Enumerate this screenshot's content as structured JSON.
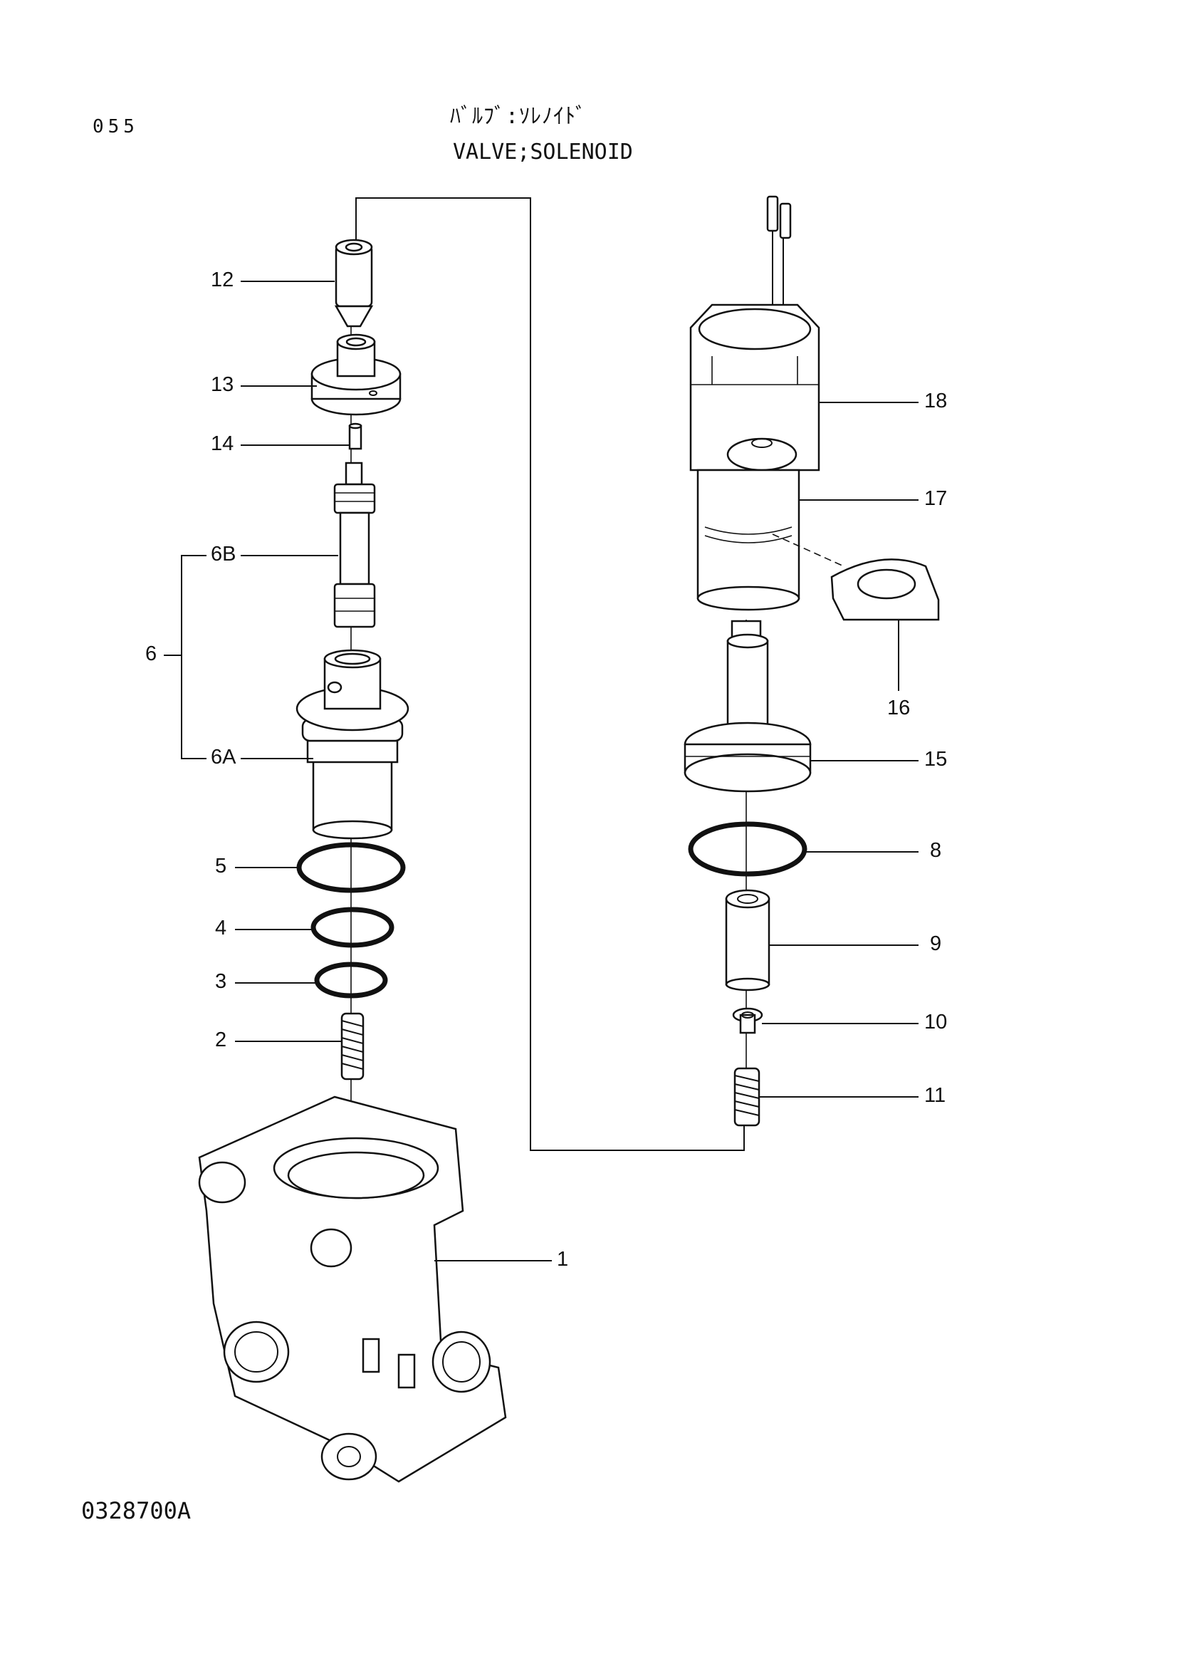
{
  "page_number": "055",
  "title_jp": "ﾊﾞﾙﾌﾞ:ｿﾚﾉｲﾄﾞ",
  "title_en": "VALVE;SOLENOID",
  "figure_number": "0328700A",
  "callouts": {
    "c1": "1",
    "c2": "2",
    "c3": "3",
    "c4": "4",
    "c5": "5",
    "c6": "6",
    "c6a": "6A",
    "c6b": "6B",
    "c8": "8",
    "c9": "9",
    "c10": "10",
    "c11": "11",
    "c12": "12",
    "c13": "13",
    "c14": "14",
    "c15": "15",
    "c16": "16",
    "c17": "17",
    "c18": "18"
  }
}
